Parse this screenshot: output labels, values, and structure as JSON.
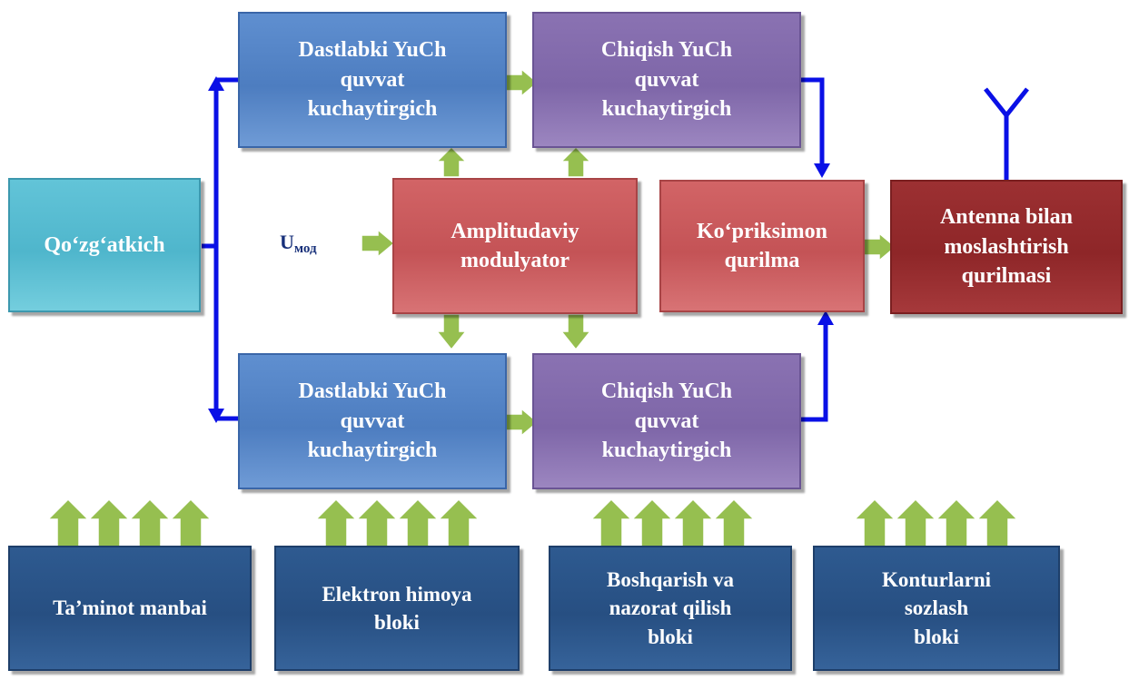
{
  "blocks": {
    "pre_amp_top": "Dastlabki  YuCh\nquvvat\nkuchaytirgich",
    "out_amp_top": "Chiqish  YuCh\nquvvat\nkuchaytirgich",
    "exciter": "Qo‘zg‘atkich",
    "modulator": "Amplitudaviy\nmodulyator",
    "bridge": "Ko‘priksimon\nqurilma",
    "antenna_match": "Antenna bilan\nmoslashtirish\nqurilmasi",
    "pre_amp_bottom": "Dastlabki  YuCh\nquvvat\nkuchaytirgich",
    "out_amp_bottom": "Chiqish  YuCh\nquvvat\nkuchaytirgich",
    "power_supply": "Ta’minot manbai",
    "protection": "Elektron himoya\nbloki",
    "control": "Boshqarish va\nnazorat qilish\nbloki",
    "tuning": "Konturlarni\nsozlash\nbloki"
  },
  "mod_input": {
    "symbol": "U",
    "subscript": "мод"
  },
  "colors": {
    "line": "#0a10e6",
    "arrow_fill": "#96bf50",
    "arrow_stroke": "#ffffff"
  }
}
